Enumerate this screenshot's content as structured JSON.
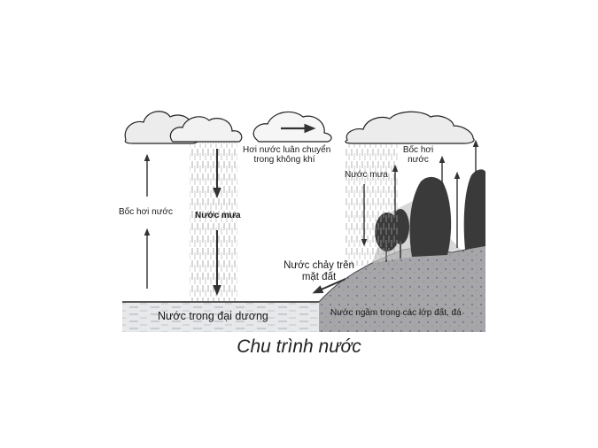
{
  "diagram": {
    "title": "Chu trình nước",
    "labels": {
      "evaporation_ocean": "Bốc hơi nước",
      "rain_ocean": "Nước mưa",
      "vapor_transport_line1": "Hơi nước luân chuyển",
      "vapor_transport_line2": "trong không khí",
      "evaporation_land_line1": "Bốc hơi",
      "evaporation_land_line2": "nước",
      "rain_land": "Nước mưa",
      "runoff_line1": "Nước chảy trên",
      "runoff_line2": "mặt đất",
      "ocean": "Nước trong đại dương",
      "groundwater": "Nước ngầm trong các lớp đất, đá"
    },
    "nodes": [
      {
        "id": "cloud-ocean-1",
        "type": "cloud"
      },
      {
        "id": "cloud-ocean-2",
        "type": "cloud",
        "raining": true
      },
      {
        "id": "cloud-transport",
        "type": "cloud"
      },
      {
        "id": "cloud-land",
        "type": "cloud",
        "raining": true
      },
      {
        "id": "ocean",
        "type": "water-body"
      },
      {
        "id": "land",
        "type": "hill-with-trees"
      }
    ],
    "edges": [
      {
        "from": "ocean",
        "to": "cloud-ocean-1",
        "label": "Bốc hơi nước"
      },
      {
        "from": "cloud-ocean-2",
        "to": "ocean",
        "label": "Nước mưa"
      },
      {
        "from": "cloud-transport",
        "to": "cloud-land",
        "label": "Hơi nước luân chuyển trong không khí"
      },
      {
        "from": "land",
        "to": "cloud-land",
        "label": "Bốc hơi nước"
      },
      {
        "from": "cloud-land",
        "to": "land",
        "label": "Nước mưa"
      },
      {
        "from": "land",
        "to": "ocean",
        "label": "Nước chảy trên mặt đất"
      }
    ],
    "colors": {
      "cloud_fill": "#ececec",
      "ocean_fill": "#e6e8ea",
      "land_fill": "#a9a9ab",
      "tree_fill": "#3a3a3a",
      "line": "#222222"
    }
  }
}
